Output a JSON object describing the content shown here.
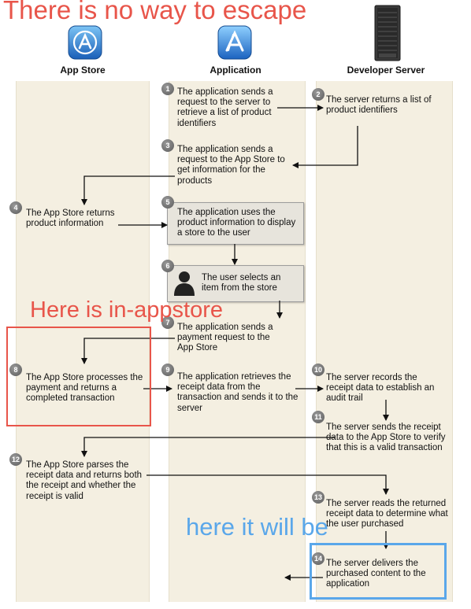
{
  "columns": {
    "app_store": "App Store",
    "application": "Application",
    "developer_server": "Developer Server"
  },
  "overlays": {
    "top": "There is no way to escape",
    "middle": "Here is in-appstore",
    "bottom": "here it will be"
  },
  "colors": {
    "overlay_red": "#e8554a",
    "overlay_blue": "#5aa7ea",
    "column_bg": "#f4efe1"
  },
  "steps": [
    {
      "num": "1",
      "text": "The application sends a request to the server to retrieve a list of product identifiers"
    },
    {
      "num": "2",
      "text": "The server returns a list of product identifiers"
    },
    {
      "num": "3",
      "text": "The application sends a request to the App Store to get information for the products"
    },
    {
      "num": "4",
      "text": "The App Store returns product information"
    },
    {
      "num": "5",
      "text": "The application uses the product information to display a store to the user"
    },
    {
      "num": "6",
      "text": "The user selects an item from the store"
    },
    {
      "num": "7",
      "text": "The application sends a payment request to the App Store"
    },
    {
      "num": "8",
      "text": "The App Store processes the payment and returns a completed transaction"
    },
    {
      "num": "9",
      "text": "The application retrieves the receipt data from the transaction and sends it to the server"
    },
    {
      "num": "10",
      "text": "The server records the receipt data to establish an audit trail"
    },
    {
      "num": "11",
      "text": "The server sends the receipt data to the App Store to verify that this is a valid transaction"
    },
    {
      "num": "12",
      "text": "The App Store parses the receipt data and returns both the receipt and whether the receipt is valid"
    },
    {
      "num": "13",
      "text": "The server reads the returned receipt data to determine what the user purchased"
    },
    {
      "num": "14",
      "text": "The server delivers the purchased content to the application"
    }
  ]
}
